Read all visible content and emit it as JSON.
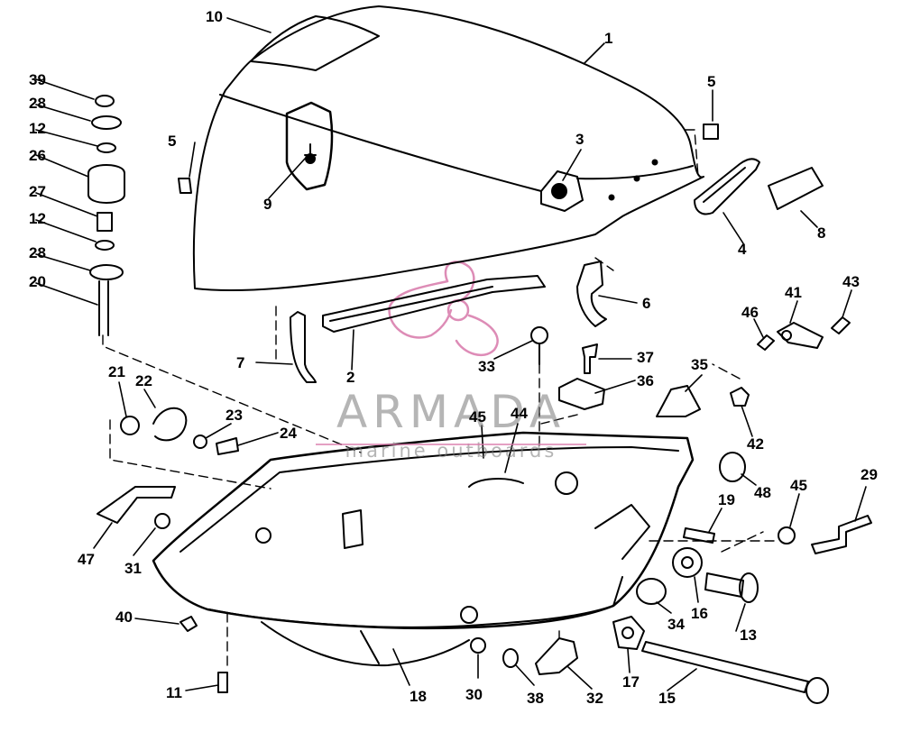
{
  "diagram": {
    "colors": {
      "ink": "#000000",
      "paper": "#ffffff",
      "watermark_pink": "#d878aa",
      "watermark_gray": "#888888"
    },
    "watermark": {
      "name": "ARMADA",
      "tagline": "marine outboards"
    },
    "callouts": [
      {
        "id": "c1",
        "text": "1"
      },
      {
        "id": "c2",
        "text": "2"
      },
      {
        "id": "c3",
        "text": "3"
      },
      {
        "id": "c4",
        "text": "4"
      },
      {
        "id": "c5a",
        "text": "5"
      },
      {
        "id": "c5b",
        "text": "5"
      },
      {
        "id": "c6",
        "text": "6"
      },
      {
        "id": "c7",
        "text": "7"
      },
      {
        "id": "c8",
        "text": "8"
      },
      {
        "id": "c9",
        "text": "9"
      },
      {
        "id": "c10",
        "text": "10"
      },
      {
        "id": "c11",
        "text": "11"
      },
      {
        "id": "c12a",
        "text": "12"
      },
      {
        "id": "c12b",
        "text": "12"
      },
      {
        "id": "c13",
        "text": "13"
      },
      {
        "id": "c15",
        "text": "15"
      },
      {
        "id": "c16",
        "text": "16"
      },
      {
        "id": "c17",
        "text": "17"
      },
      {
        "id": "c18",
        "text": "18"
      },
      {
        "id": "c19",
        "text": "19"
      },
      {
        "id": "c20",
        "text": "20"
      },
      {
        "id": "c21",
        "text": "21"
      },
      {
        "id": "c22",
        "text": "22"
      },
      {
        "id": "c23",
        "text": "23"
      },
      {
        "id": "c24",
        "text": "24"
      },
      {
        "id": "c26",
        "text": "26"
      },
      {
        "id": "c27",
        "text": "27"
      },
      {
        "id": "c28a",
        "text": "28"
      },
      {
        "id": "c28b",
        "text": "28"
      },
      {
        "id": "c29",
        "text": "29"
      },
      {
        "id": "c30",
        "text": "30"
      },
      {
        "id": "c31",
        "text": "31"
      },
      {
        "id": "c32",
        "text": "32"
      },
      {
        "id": "c33",
        "text": "33"
      },
      {
        "id": "c34",
        "text": "34"
      },
      {
        "id": "c35",
        "text": "35"
      },
      {
        "id": "c36",
        "text": "36"
      },
      {
        "id": "c37",
        "text": "37"
      },
      {
        "id": "c38",
        "text": "38"
      },
      {
        "id": "c39",
        "text": "39"
      },
      {
        "id": "c40",
        "text": "40"
      },
      {
        "id": "c41",
        "text": "41"
      },
      {
        "id": "c42",
        "text": "42"
      },
      {
        "id": "c43",
        "text": "43"
      },
      {
        "id": "c44",
        "text": "44"
      },
      {
        "id": "c45a",
        "text": "45"
      },
      {
        "id": "c45b",
        "text": "45"
      },
      {
        "id": "c46",
        "text": "46"
      },
      {
        "id": "c47",
        "text": "47"
      },
      {
        "id": "c48",
        "text": "48"
      }
    ]
  }
}
